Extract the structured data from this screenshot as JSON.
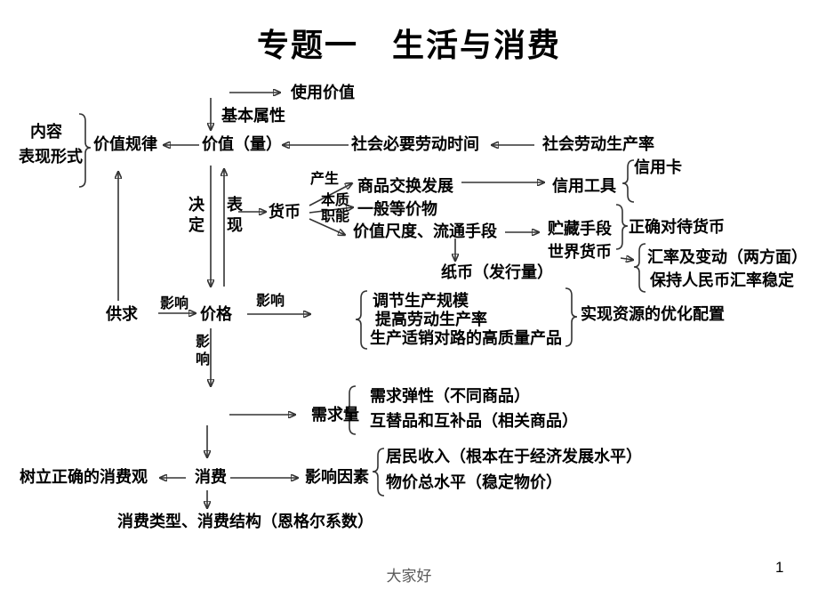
{
  "slide": {
    "title": "专题一　生活与消费",
    "footer_text": "大家好",
    "page_number": "1",
    "colors": {
      "text": "#000000",
      "connector": "#333333",
      "footer_gray": "#595959",
      "background": "#ffffff"
    }
  },
  "d": {
    "use_value": "使用价值",
    "basic_attrs": "基本属性",
    "content": "内容",
    "expression_form": "表现形式",
    "value_law": "价值规律",
    "value_qty": "价值（量）",
    "snlt": "社会必要劳动时间",
    "slp": "社会劳动生产率",
    "credit_card": "信用卡",
    "emerge": "产生",
    "commodity_exchange": "商品交换发展",
    "credit_tools": "信用工具",
    "decide": "决定",
    "manifest": "表现",
    "money": "货币",
    "essence": "本质",
    "functions": "职能",
    "universal_equiv": "一般等价物",
    "value_measure": "价值尺度、流通手段",
    "store_value": "贮藏手段",
    "world_money": "世界货币",
    "treat_money": "正确对待货币",
    "exch_rate": "汇率及变动（两方面）",
    "rmb_stable": "保持人民币汇率稳定",
    "paper_money": "纸币（发行量）",
    "supply_demand": "供求",
    "influence1": "影响",
    "price": "价格",
    "influence2": "影响",
    "influence_vert": "影响",
    "adjust_scale": "调节生产规模",
    "raise_productivity": "提高劳动生产率",
    "marketable_products": "生产适销对路的高质量产品",
    "optimize_resources": "实现资源的优化配置",
    "demand_qty": "需求量",
    "demand_elasticity": "需求弹性（不同商品）",
    "substitutes": "互替品和互补品（相关商品）",
    "consumption_outlook": "树立正确的消费观",
    "consumption": "消费",
    "influencing_factors": "影响因素",
    "resident_income": "居民收入（根本在于经济发展水平）",
    "price_level": "物价总水平（稳定物价）",
    "consumption_types": "消费类型、消费结构（恩格尔系数）"
  }
}
